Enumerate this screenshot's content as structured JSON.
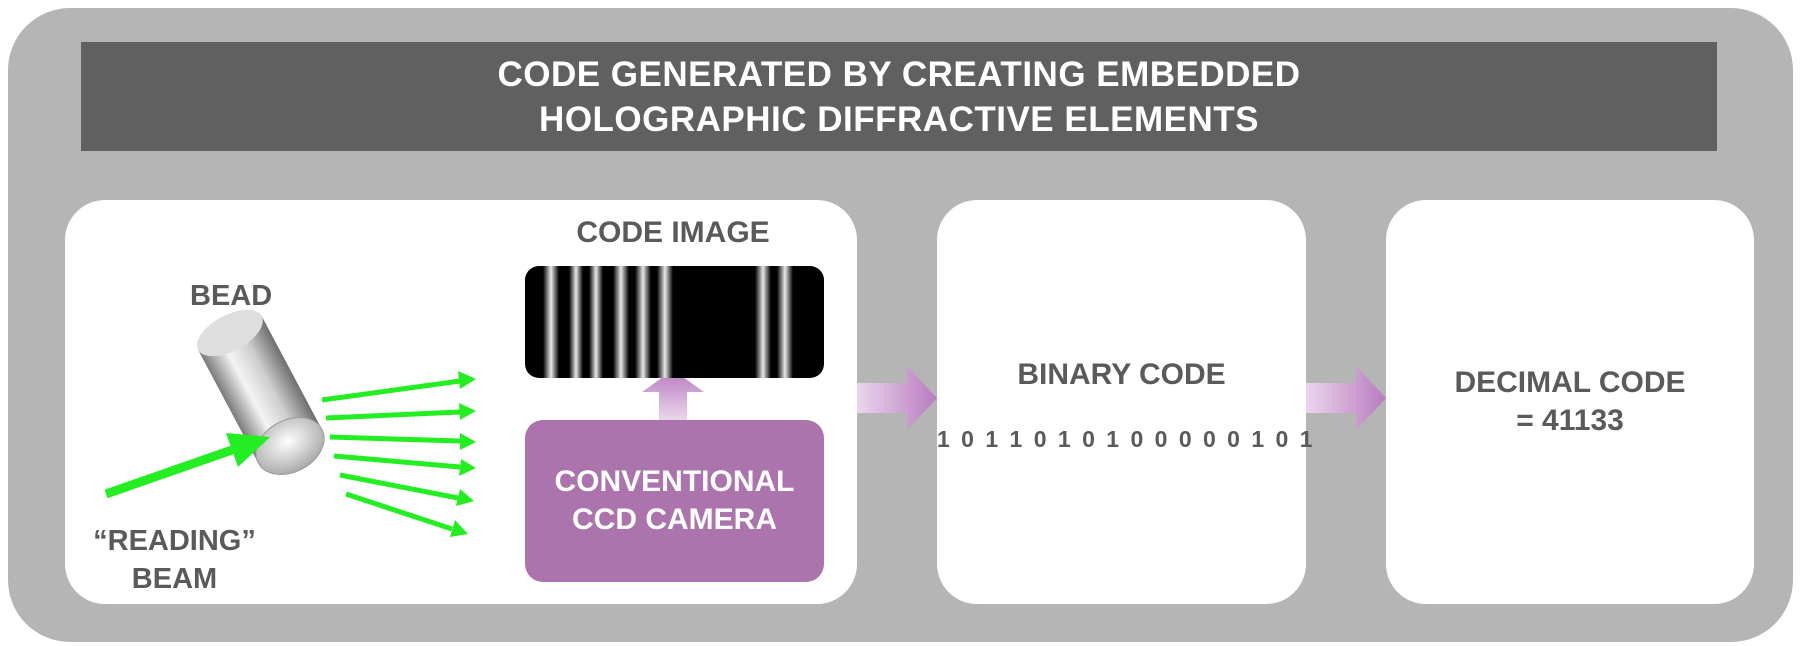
{
  "title": {
    "line1": "CODE GENERATED BY CREATING EMBEDDED",
    "line2": "HOLOGRAPHIC DIFFRACTIVE ELEMENTS"
  },
  "bead_panel": {
    "bead_label": "BEAD",
    "reading_beam_line1": "“READING”",
    "reading_beam_line2": "BEAM",
    "code_image_label": "CODE IMAGE",
    "camera_line1": "CONVENTIONAL",
    "camera_line2": "CCD CAMERA"
  },
  "binary_panel": {
    "title": "BINARY CODE",
    "value": "1011010100000101"
  },
  "decimal_panel": {
    "line1": "DECIMAL CODE",
    "line2": "= 41133"
  },
  "colors": {
    "outer_background": "#b5b5b5",
    "title_bar": "#606060",
    "camera_box": "#ab74ad",
    "arrow_purple": "#b87bbf",
    "beam_green": "#22ee22",
    "label_text": "#5a5a5a"
  }
}
